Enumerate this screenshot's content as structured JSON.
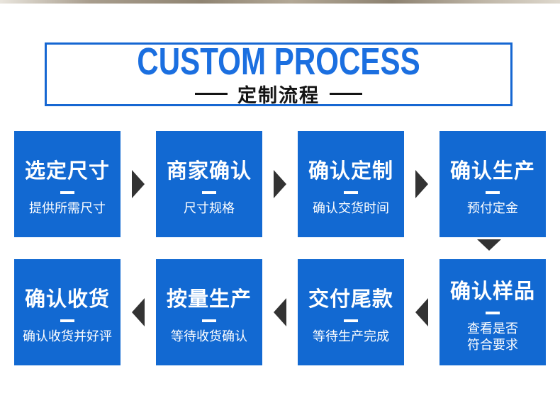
{
  "theme": {
    "box_blue": "#1269d2",
    "title_blue": "#1b6fe0",
    "border_blue": "#1667d2",
    "arrow_dark": "#333333",
    "text_dark": "#141414"
  },
  "header": {
    "title_en": "CUSTOM PROCESS",
    "title_zh": "定制流程"
  },
  "icons": {
    "arrow-right-icon": "▶",
    "arrow-left-icon": "◀",
    "arrow-down-icon": "▼"
  },
  "flow": {
    "rows": [
      {
        "direction": "left-to-right",
        "steps": [
          {
            "title": "选定尺寸",
            "subtitle": "提供所需尺寸"
          },
          {
            "title": "商家确认",
            "subtitle": "尺寸规格"
          },
          {
            "title": "确认定制",
            "subtitle": "确认交货时间"
          },
          {
            "title": "确认生产",
            "subtitle": "预付定金"
          }
        ]
      },
      {
        "direction": "right-to-left",
        "steps": [
          {
            "title": "确认收货",
            "subtitle": "确认收货并好评"
          },
          {
            "title": "按量生产",
            "subtitle": "等待收货确认"
          },
          {
            "title": "交付尾款",
            "subtitle": "等待生产完成"
          },
          {
            "title": "确认样品",
            "subtitle": "查看是否",
            "subtitle2": "符合要求"
          }
        ]
      }
    ]
  }
}
